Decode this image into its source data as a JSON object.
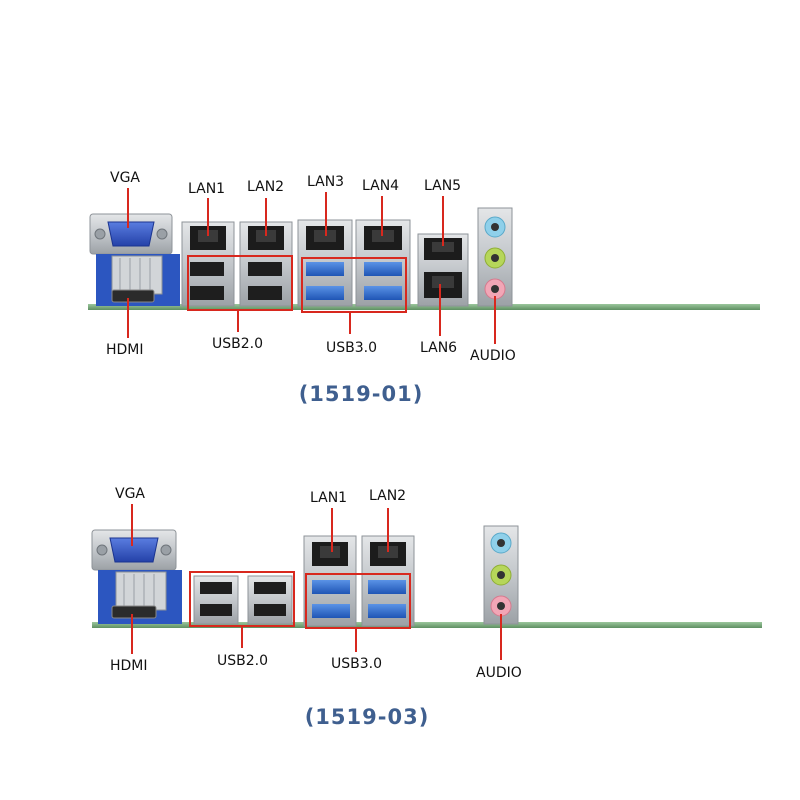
{
  "panels": [
    {
      "title": "(1519-01)",
      "labels": {
        "vga": "VGA",
        "hdmi": "HDMI",
        "lan1": "LAN1",
        "lan2": "LAN2",
        "lan3": "LAN3",
        "lan4": "LAN4",
        "lan5": "LAN5",
        "lan6": "LAN6",
        "usb2": "USB2.0",
        "usb3": "USB3.0",
        "audio": "AUDIO"
      }
    },
    {
      "title": "(1519-03)",
      "labels": {
        "vga": "VGA",
        "hdmi": "HDMI",
        "lan1": "LAN1",
        "lan2": "LAN2",
        "usb2": "USB2.0",
        "usb3": "USB3.0",
        "audio": "AUDIO"
      }
    }
  ],
  "colors": {
    "callout": "#d8281e",
    "title": "#3f5f8f",
    "vga_blue": "#2f55c8",
    "usb3_blue": "#2d6fd2",
    "pcb_green": "#7fae83",
    "metal": "#c9cdd1",
    "audio_blue": "#8fd0ea",
    "audio_green": "#b6d65a",
    "audio_pink": "#f2a6b6"
  }
}
